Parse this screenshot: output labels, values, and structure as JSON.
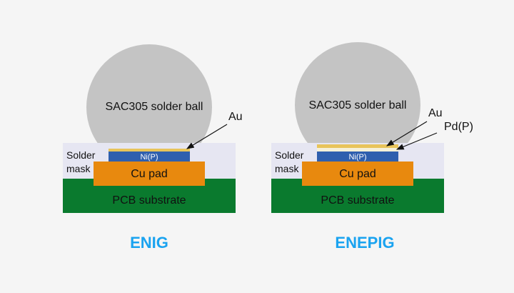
{
  "colors": {
    "background": "#f5f5f5",
    "pcb": "#0a7a2e",
    "solder_mask": "#e6e6f2",
    "cu_pad": "#e8890e",
    "ni_layer": "#2f5fae",
    "au_layer": "#e8c45a",
    "pd_layer": "#f5f0d8",
    "solder_ball": "#c4c4c4",
    "caption": "#1aa3f0",
    "text": "#111111"
  },
  "diagrams": [
    {
      "caption": "ENIG",
      "solder_ball_label": "SAC305 solder ball",
      "solder_mask_label_line1": "Solder",
      "solder_mask_label_line2": "mask",
      "ni_label": "Ni(P)",
      "cu_pad_label": "Cu pad",
      "pcb_label": "PCB substrate",
      "callouts": [
        "Au"
      ]
    },
    {
      "caption": "ENEPIG",
      "solder_ball_label": "SAC305 solder ball",
      "solder_mask_label_line1": "Solder",
      "solder_mask_label_line2": "mask",
      "ni_label": "Ni(P)",
      "cu_pad_label": "Cu pad",
      "pcb_label": "PCB substrate",
      "callouts": [
        "Au",
        "Pd(P)"
      ]
    }
  ]
}
